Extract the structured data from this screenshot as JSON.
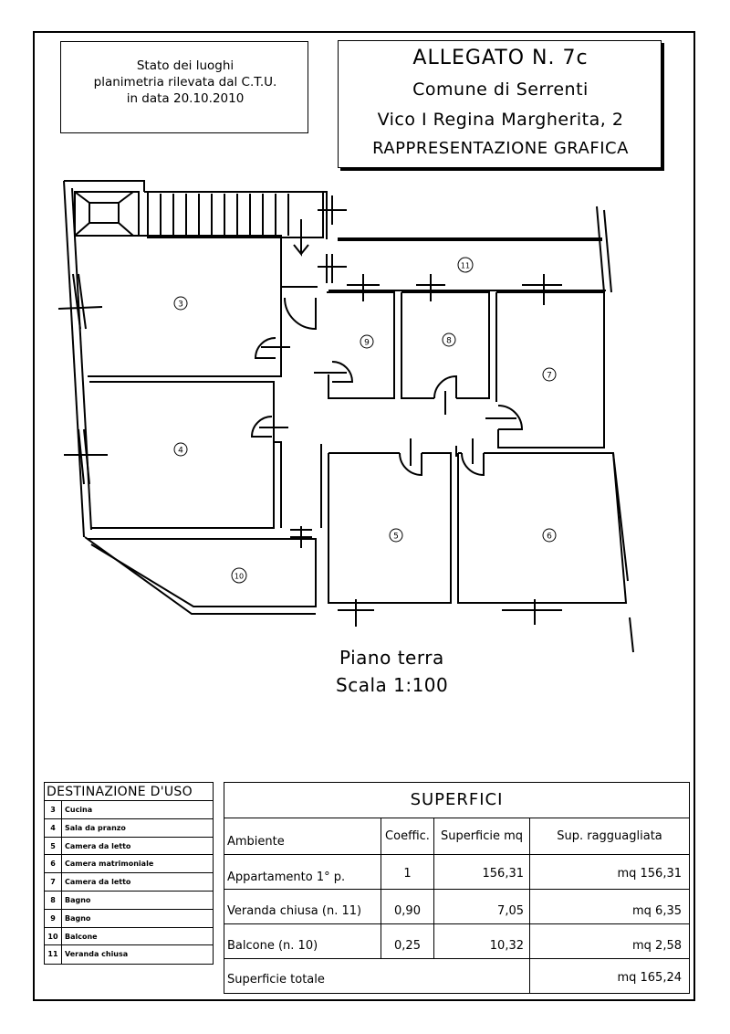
{
  "header": {
    "note_line1": "Stato dei luoghi",
    "note_line2": "planimetria rilevata dal C.T.U.",
    "note_line3": "in data 20.10.2010",
    "title_line1": "ALLEGATO N. 7c",
    "title_line2": "Comune di Serrenti",
    "title_line3": "Vico I Regina Margherita, 2",
    "title_line4": "RAPPRESENTAZIONE GRAFICA"
  },
  "plan": {
    "caption_line1": "Piano terra",
    "caption_line2": "Scala 1:100",
    "room_labels": [
      "3",
      "4",
      "5",
      "6",
      "7",
      "8",
      "9",
      "10",
      "11"
    ]
  },
  "destinazione": {
    "title": "DESTINAZIONE D'USO",
    "rows": [
      {
        "num": "3",
        "label": "Cucina"
      },
      {
        "num": "4",
        "label": "Sala da pranzo"
      },
      {
        "num": "5",
        "label": "Camera da letto"
      },
      {
        "num": "6",
        "label": "Camera matrimoniale"
      },
      {
        "num": "7",
        "label": "Camera da letto"
      },
      {
        "num": "8",
        "label": "Bagno"
      },
      {
        "num": "9",
        "label": "Bagno"
      },
      {
        "num": "10",
        "label": "Balcone"
      },
      {
        "num": "11",
        "label": "Veranda chiusa"
      }
    ]
  },
  "superfici": {
    "title": "SUPERFICI",
    "headers": [
      "Ambiente",
      "Coeffic.",
      "Superficie mq",
      "Sup. ragguagliata"
    ],
    "rows": [
      [
        "Appartamento 1° p.",
        "1",
        "156,31",
        "mq 156,31"
      ],
      [
        "Veranda chiusa (n. 11)",
        "0,90",
        "7,05",
        "mq 6,35"
      ],
      [
        "Balcone (n. 10)",
        "0,25",
        "10,32",
        "mq 2,58"
      ]
    ],
    "total_label": "Superficie totale",
    "total_value": "mq 165,24"
  }
}
